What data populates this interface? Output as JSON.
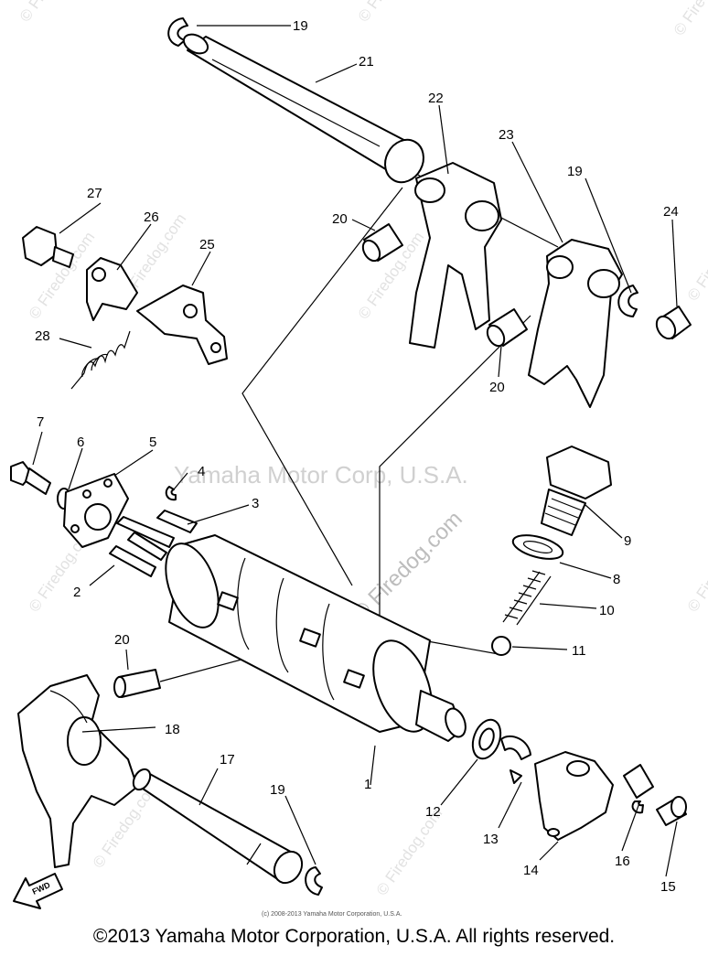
{
  "callouts": {
    "n1": "1",
    "n2": "2",
    "n3": "3",
    "n4": "4",
    "n5": "5",
    "n6": "6",
    "n7": "7",
    "n8": "8",
    "n9": "9",
    "n10": "10",
    "n11": "11",
    "n12": "12",
    "n13": "13",
    "n14": "14",
    "n15": "15",
    "n16": "16",
    "n17": "17",
    "n18": "18",
    "n19a": "19",
    "n19b": "19",
    "n19c": "19",
    "n20a": "20",
    "n20b": "20",
    "n20c": "20",
    "n21": "21",
    "n22": "22",
    "n23": "23",
    "n24": "24",
    "n25": "25",
    "n26": "26",
    "n27": "27",
    "n28": "28"
  },
  "watermarks": {
    "center": "Yamaha Motor Corp, U.S.A.",
    "diagonal": "© Firedog.com",
    "side": "© Firedog.com"
  },
  "fwd_label": "FWD",
  "small_copyright": "(c) 2008-2013 Yamaha Motor Corporation, U.S.A.",
  "footer": "©2013 Yamaha Motor Corporation, U.S.A. All rights reserved."
}
